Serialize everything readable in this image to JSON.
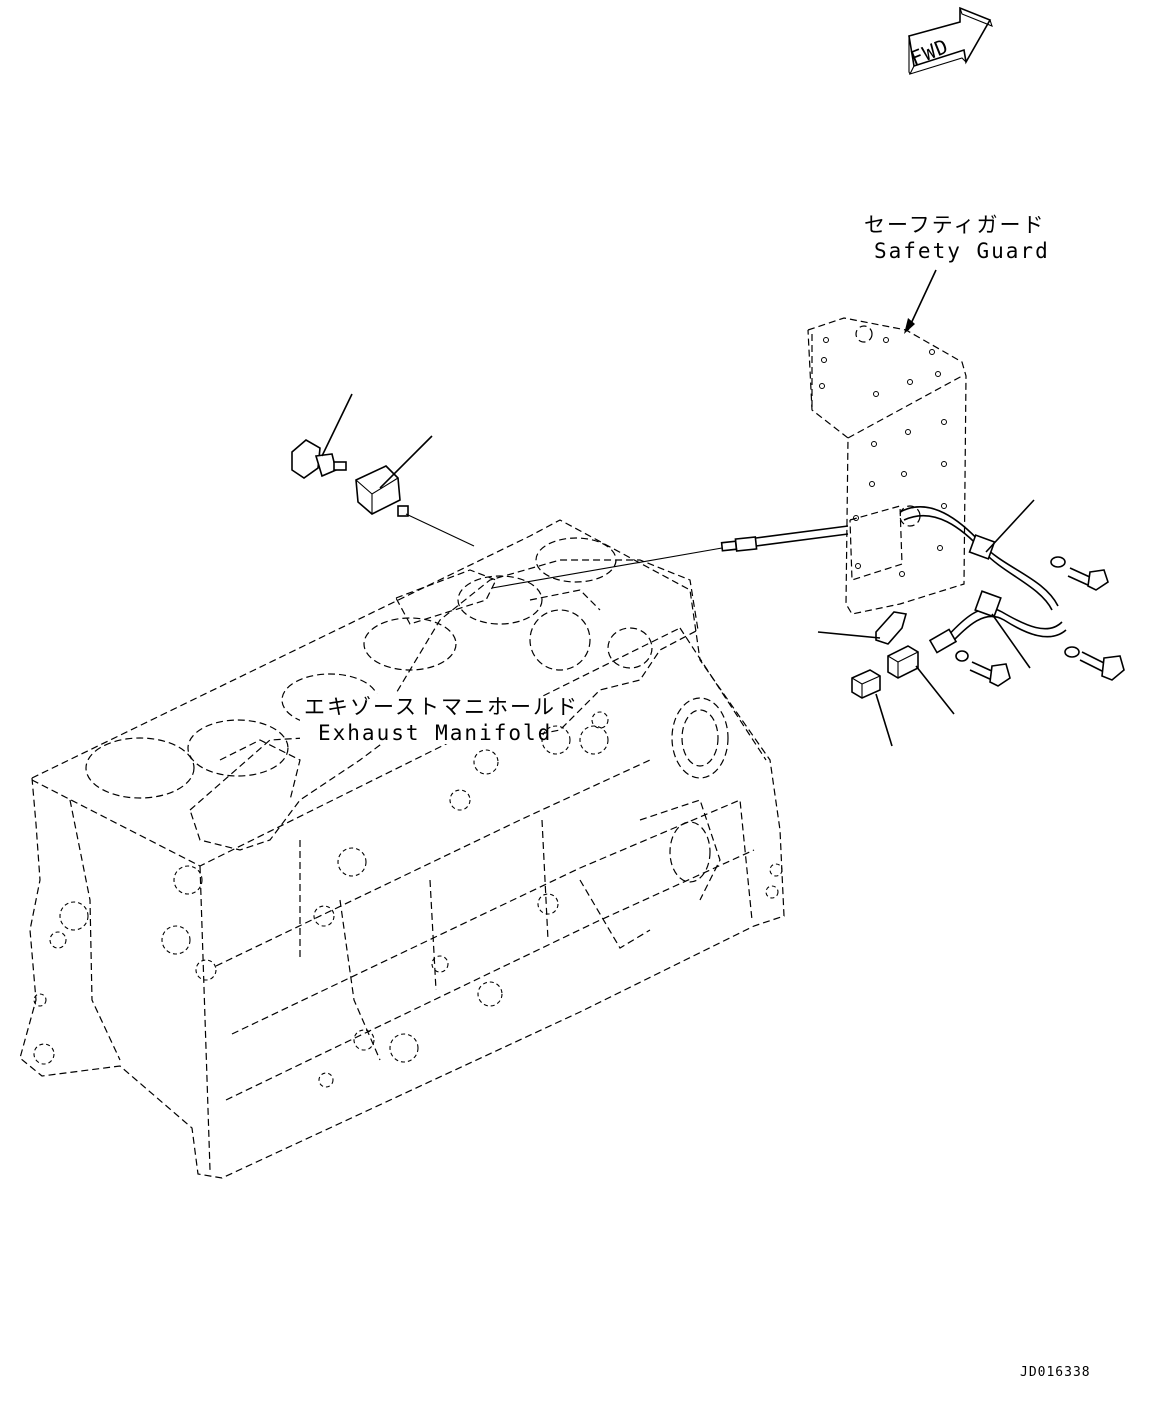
{
  "fwd_label": "FWD",
  "labels": {
    "safety_guard_jp": "セーフティガード",
    "safety_guard_en": "Safety Guard",
    "exhaust_manifold_jp": "エキゾーストマニホールド",
    "exhaust_manifold_en": "Exhaust Manifold"
  },
  "drawing_code": "JD016338"
}
